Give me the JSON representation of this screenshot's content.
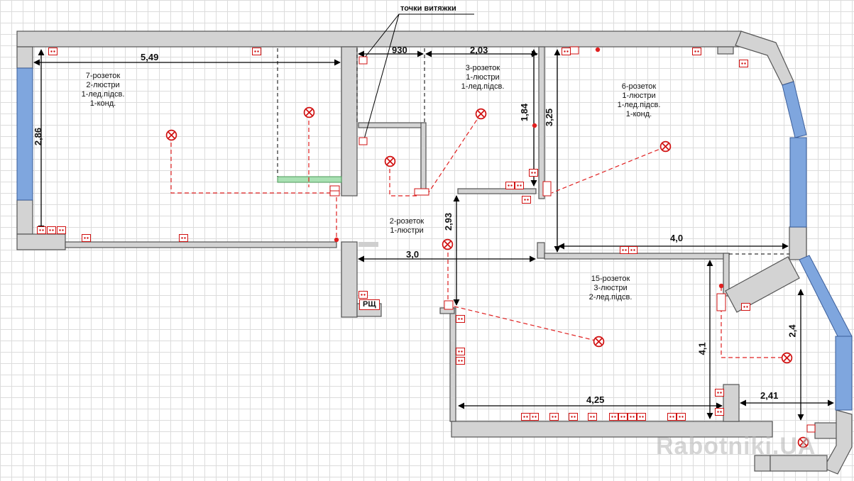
{
  "title_note": "точки витяжки",
  "rooms": [
    {
      "lines": [
        "7-розеток",
        "2-люстри",
        "1-лед.підсв.",
        "1-конд."
      ]
    },
    {
      "lines": [
        "3-розеток",
        "1-люстри",
        "1-лед.підсв."
      ]
    },
    {
      "lines": [
        "6-розеток",
        "1-люстри",
        "1-лед.підсв.",
        "1-конд."
      ]
    },
    {
      "lines": [
        "2-розеток",
        "1-люстри"
      ]
    },
    {
      "lines": [
        "15-розеток",
        "3-люстри",
        "2-лед.підсв."
      ]
    }
  ],
  "dimensions": [
    "5,49",
    "930",
    "2,03",
    "1,84",
    "3,25",
    "2,86",
    "2,93",
    "3,0",
    "4,0",
    "4,1",
    "2,4",
    "4,25",
    "2,41"
  ],
  "panel_label": "РЩ",
  "watermark": "Rabotniki.UA",
  "colors": {
    "wall": "#d3d3d3",
    "window": "#7fa6de",
    "electric": "#e02020"
  }
}
